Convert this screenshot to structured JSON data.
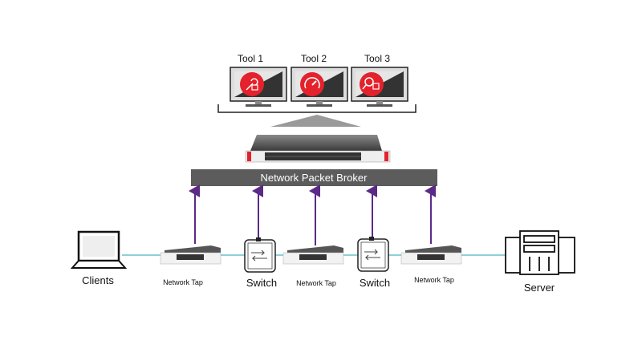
{
  "tools": [
    {
      "label": "Tool 1",
      "icon": "wrench-lock-icon"
    },
    {
      "label": "Tool 2",
      "icon": "gauge-icon"
    },
    {
      "label": "Tool 3",
      "icon": "magnifier-lock-icon"
    }
  ],
  "broker": {
    "label": "Network Packet Broker"
  },
  "nodes": {
    "clients": "Clients",
    "tap1": "Network Tap",
    "switch1": "Switch",
    "tap2": "Network Tap",
    "switch2": "Switch",
    "tap3": "Network Tap",
    "server": "Server"
  },
  "colors": {
    "accent": "#e3222c",
    "broker_bar": "#5c5c5c",
    "arrow": "#5b2a86",
    "link": "#4db3c0"
  }
}
